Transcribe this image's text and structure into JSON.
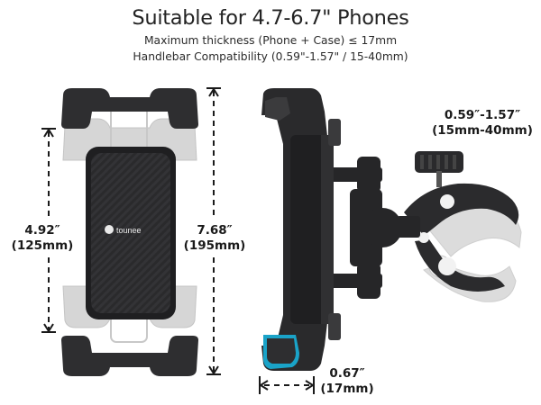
{
  "header": {
    "title": "Suitable for 4.7-6.7\" Phones",
    "thickness": "Maximum thickness (Phone + Case) ≤ 17mm",
    "compat": "Handlebar Compatibility (0.59\"-1.57\" / 15-40mm)"
  },
  "dimensions": {
    "inner_height": "4.92″",
    "inner_height_mm": "(125mm)",
    "outer_height": "7.68″",
    "outer_height_mm": "(195mm)",
    "clamp_range": "0.59″-1.57″",
    "clamp_range_mm": "(15mm-40mm)",
    "depth": "0.67″",
    "depth_mm": "(17mm)"
  },
  "brand": {
    "logo_text": "tounee"
  },
  "colors": {
    "body": "#2c2c2e",
    "ghost": "#d4d4d4",
    "accent": "#1aa3c8"
  }
}
